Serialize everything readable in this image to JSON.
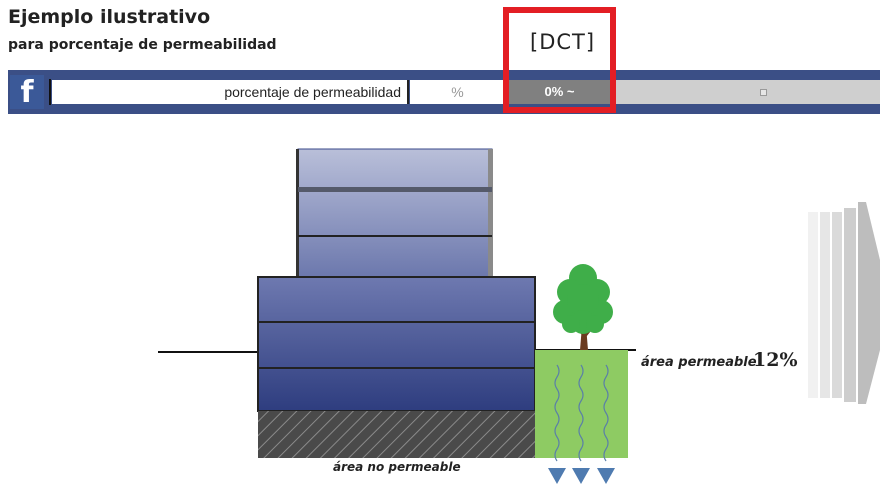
{
  "header": {
    "title": "Ejemplo ilustrativo",
    "subtitle": "para porcentaje de permeabilidad",
    "highlight_label": "[DCT]"
  },
  "bar": {
    "logo_letter": "f",
    "field_label": "porcentaje de permeabilidad",
    "unit": "%",
    "value": "0% ~"
  },
  "diagram": {
    "permeable_label": "área permeable",
    "permeable_percent": "12%",
    "non_permeable_label": "área no permeable"
  },
  "colors": {
    "highlight": "#e31e24",
    "bar": "#3b4f86",
    "building": "#3a4a8a",
    "tree": "#3fae49",
    "permeable_ground": "#8ecb63"
  }
}
